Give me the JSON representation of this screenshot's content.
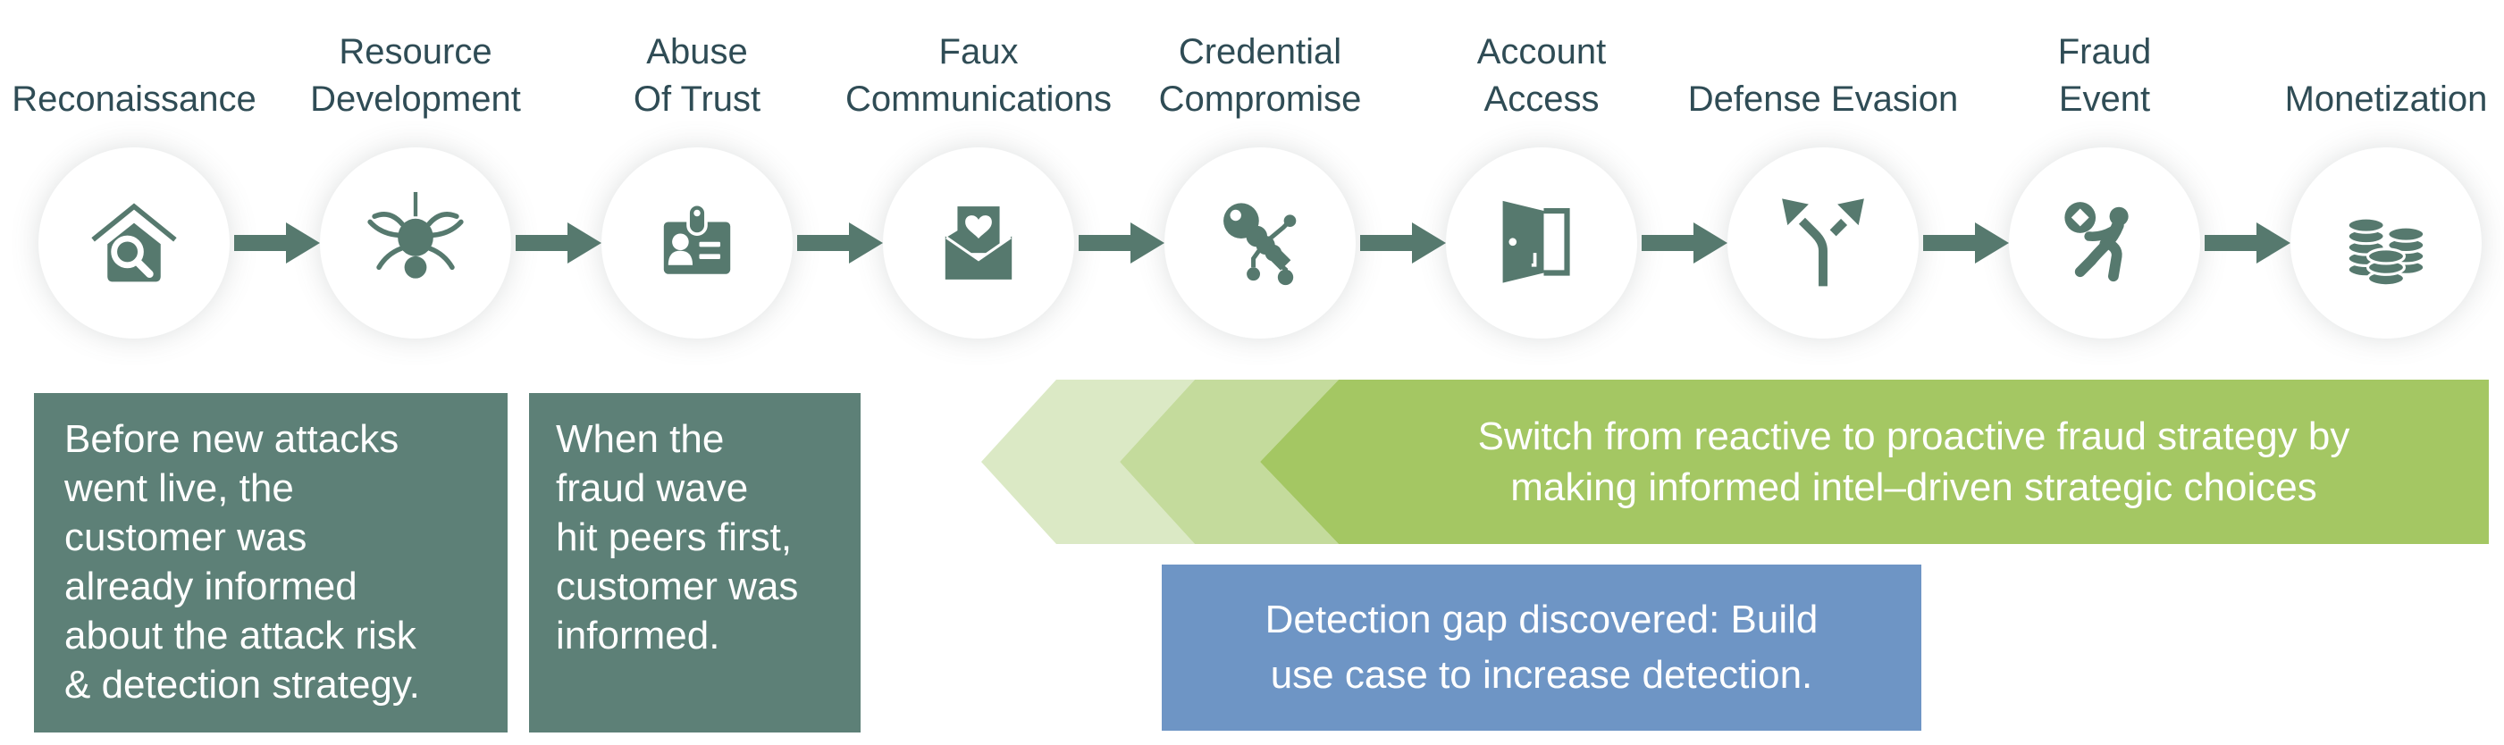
{
  "palette": {
    "teal": "#56796E",
    "box-teal": "#5D8077",
    "label": "#2F4C55",
    "green": "#A4C763",
    "green-mid": "#C4DB9C",
    "green-light": "#DBE9C5",
    "blue": "#6E95C5"
  },
  "stages": [
    {
      "label": "Reconaissance",
      "icon": "house-search"
    },
    {
      "label": "Resource\nDevelopment",
      "icon": "spider"
    },
    {
      "label": "Abuse\nOf Trust",
      "icon": "id-badge"
    },
    {
      "label": "Faux\nCommunications",
      "icon": "envelope-heart"
    },
    {
      "label": "Credential\nCompromise",
      "icon": "digital-key"
    },
    {
      "label": "Account\nAccess",
      "icon": "open-door"
    },
    {
      "label": "Defense Evasion",
      "icon": "fork-arrows"
    },
    {
      "label": "Fraud\nEvent",
      "icon": "thief-running"
    },
    {
      "label": "Monetization",
      "icon": "coin-stacks"
    }
  ],
  "callouts": {
    "pre_attack": {
      "text": "Before new attacks\nwent live, the\ncustomer was\nalready informed\nabout the attack risk\n& detection strategy."
    },
    "fraud_wave": {
      "text": "When the\nfraud wave\nhit peers first,\ncustomer was\ninformed."
    },
    "strategy_banner": {
      "text": "Switch from reactive to proactive fraud strategy by\nmaking informed intel–driven strategic choices"
    },
    "detection_gap": {
      "text": "Detection gap discovered: Build\nuse case to increase detection."
    }
  }
}
